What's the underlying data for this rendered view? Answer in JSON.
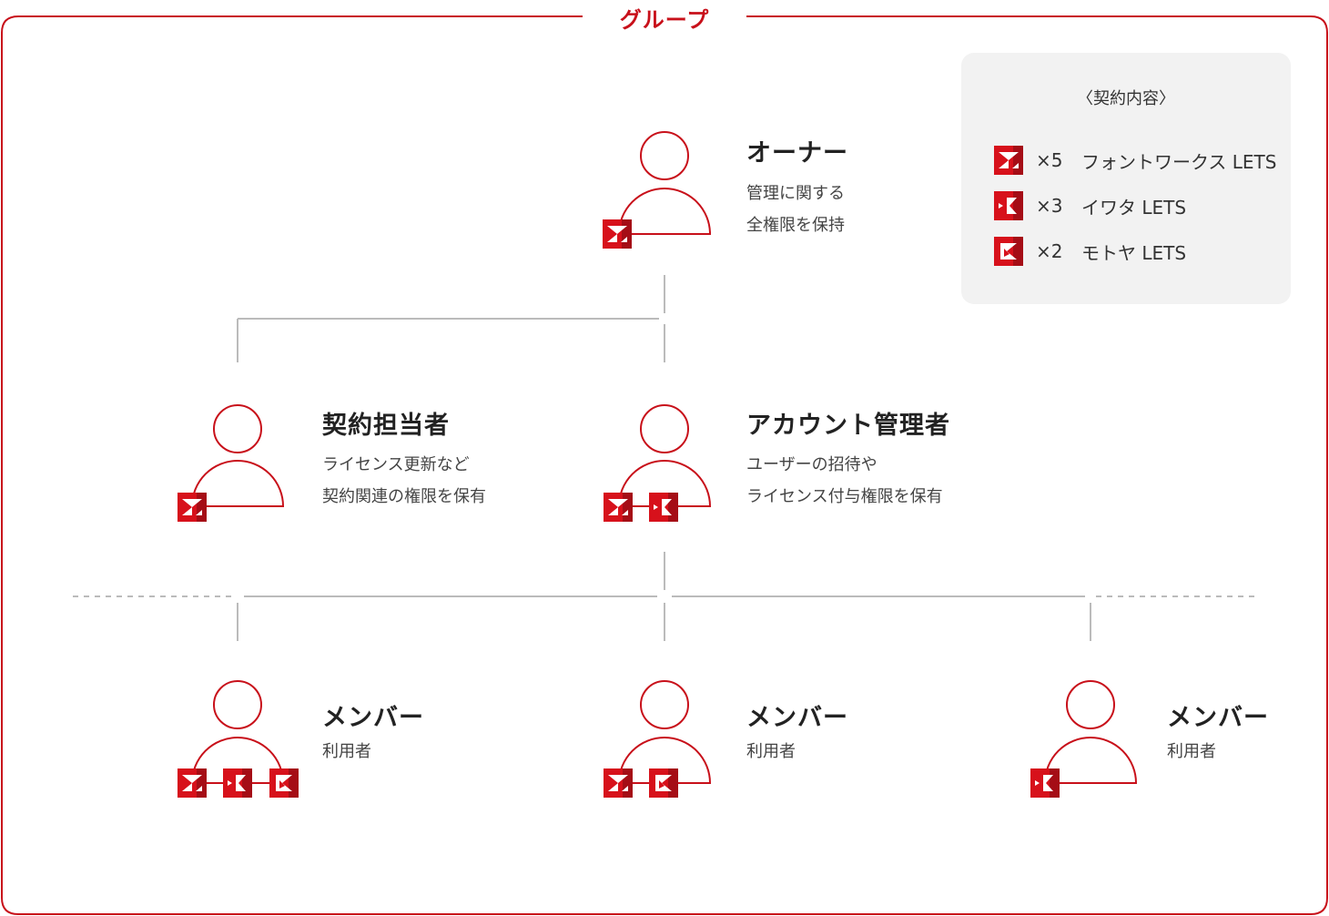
{
  "group": {
    "title": "グループ"
  },
  "legend": {
    "title": "〈契約内容〉",
    "items": [
      {
        "icon": "fontworks-license-icon",
        "count": "×5",
        "name": "フォントワークス LETS"
      },
      {
        "icon": "iwata-license-icon",
        "count": "×3",
        "name": "イワタ LETS"
      },
      {
        "icon": "motoya-license-icon",
        "count": "×2",
        "name": "モトヤ LETS"
      }
    ]
  },
  "roles": {
    "owner": {
      "title": "オーナー",
      "desc1": "管理に関する",
      "desc2": "全権限を保持"
    },
    "contract": {
      "title": "契約担当者",
      "desc1": "ライセンス更新など",
      "desc2": "契約関連の権限を保有"
    },
    "account_admin": {
      "title": "アカウント管理者",
      "desc1": "ユーザーの招待や",
      "desc2": "ライセンス付与権限を保有"
    },
    "member1": {
      "title": "メンバー",
      "desc": "利用者"
    },
    "member2": {
      "title": "メンバー",
      "desc": "利用者"
    },
    "member3": {
      "title": "メンバー",
      "desc": "利用者"
    }
  },
  "colors": {
    "accent": "#c8101a",
    "accent_dark": "#9b0c14",
    "line": "#bbbbbb",
    "legend_bg": "#f2f2f2"
  }
}
